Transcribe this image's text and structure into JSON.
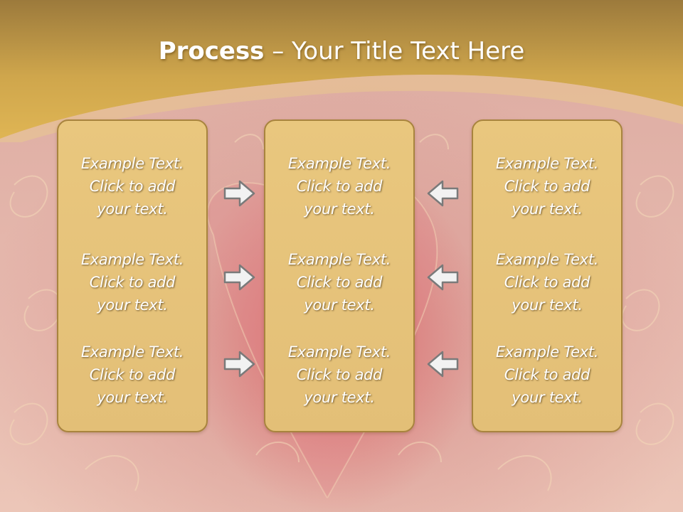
{
  "title": {
    "bold": "Process",
    "rest": " – Your Title Text Here"
  },
  "columns": [
    {
      "items": [
        "Example Text.\nClick  to add\nyour text.",
        "Example Text.\nClick  to add\nyour text.",
        "Example Text.\nClick  to add\nyour text."
      ]
    },
    {
      "items": [
        "Example Text.\nClick  to add\nyour text.",
        "Example Text.\nClick  to add\nyour text.",
        "Example Text.\nClick  to add\nyour text."
      ]
    },
    {
      "items": [
        "Example Text.\nClick  to add\nyour text.",
        "Example Text.\nClick  to add\nyour text.",
        "Example Text.\nClick  to add\nyour text."
      ]
    }
  ],
  "arrows": {
    "left": "right-arrow-icon",
    "right": "left-arrow-icon"
  },
  "colors": {
    "header_gold": "#d8ae4e",
    "box_fill": "#e6c27a",
    "box_border": "#a8843e",
    "background": "#e3b3a8"
  }
}
